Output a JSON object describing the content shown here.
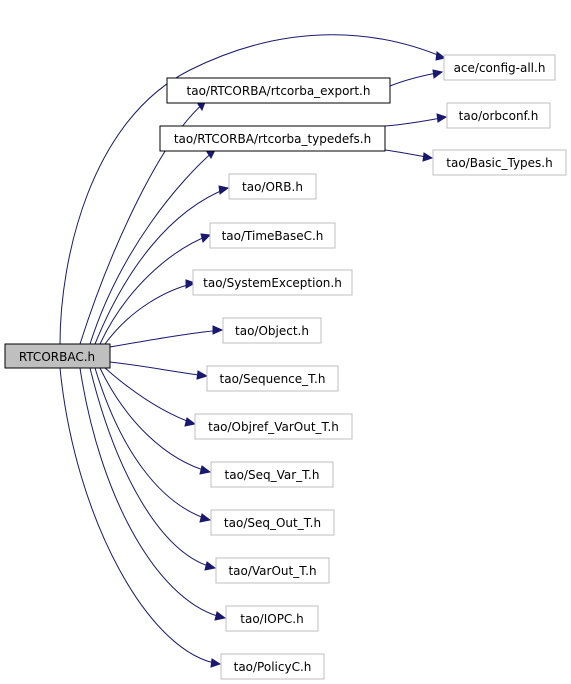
{
  "root": {
    "label": "RTCORBAC.h"
  },
  "nodes": [
    {
      "id": "n1",
      "label": "ace/config-all.h"
    },
    {
      "id": "n2",
      "label": "tao/RTCORBA/rtcorba_export.h"
    },
    {
      "id": "n3",
      "label": "tao/orbconf.h"
    },
    {
      "id": "n4",
      "label": "tao/RTCORBA/rtcorba_typedefs.h"
    },
    {
      "id": "n5",
      "label": "tao/Basic_Types.h"
    },
    {
      "id": "n6",
      "label": "tao/ORB.h"
    },
    {
      "id": "n7",
      "label": "tao/TimeBaseC.h"
    },
    {
      "id": "n8",
      "label": "tao/SystemException.h"
    },
    {
      "id": "n9",
      "label": "tao/Object.h"
    },
    {
      "id": "n10",
      "label": "tao/Sequence_T.h"
    },
    {
      "id": "n11",
      "label": "tao/Objref_VarOut_T.h"
    },
    {
      "id": "n12",
      "label": "tao/Seq_Var_T.h"
    },
    {
      "id": "n13",
      "label": "tao/Seq_Out_T.h"
    },
    {
      "id": "n14",
      "label": "tao/VarOut_T.h"
    },
    {
      "id": "n15",
      "label": "tao/IOPC.h"
    },
    {
      "id": "n16",
      "label": "tao/PolicyC.h"
    }
  ],
  "colors": {
    "edge": "#191970",
    "root_fill": "#bfbfbf",
    "gray_border": "#bfbfbf",
    "black_border": "#000000"
  }
}
